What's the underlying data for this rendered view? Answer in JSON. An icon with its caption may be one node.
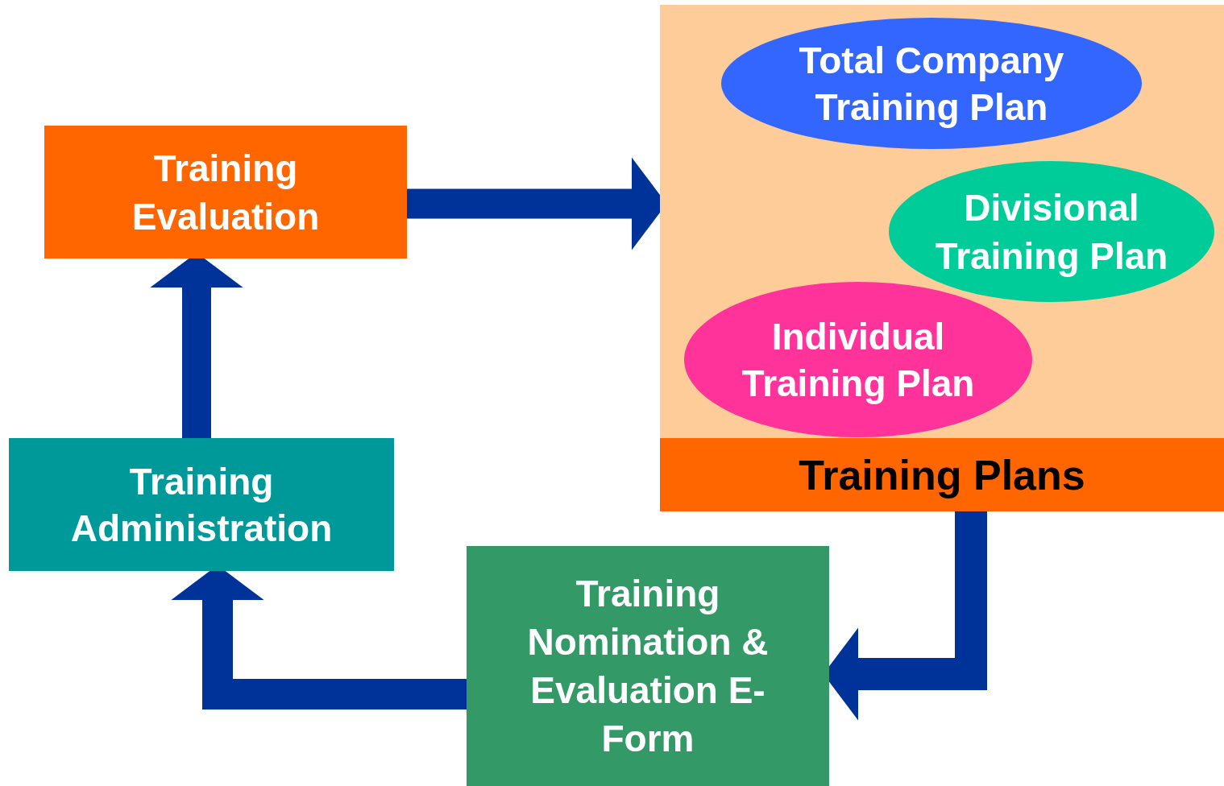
{
  "diagram": {
    "nodes": [
      {
        "text": [
          "Training Evaluation"
        ]
      },
      {
        "text": [
          "Training Plans"
        ]
      },
      {
        "text": [
          "Total Company Training Plan"
        ],
        "in": 1
      },
      {
        "text": [
          "Divisional Training Plan"
        ],
        "in": 1
      },
      {
        "text": [
          "Individual Training Plan"
        ],
        "in": 1
      },
      {
        "text": [
          "Training Nomination & Evaluation E-Form"
        ]
      },
      {
        "text": [
          "Training Administration"
        ]
      }
    ],
    "edges": [
      {
        "from": 0,
        "to": 1,
        "arrow": "to"
      },
      {
        "from": 1,
        "to": 5,
        "arrow": "to"
      },
      {
        "from": 5,
        "to": 6,
        "arrow": "to"
      },
      {
        "from": 6,
        "to": 0,
        "arrow": "to"
      }
    ]
  }
}
